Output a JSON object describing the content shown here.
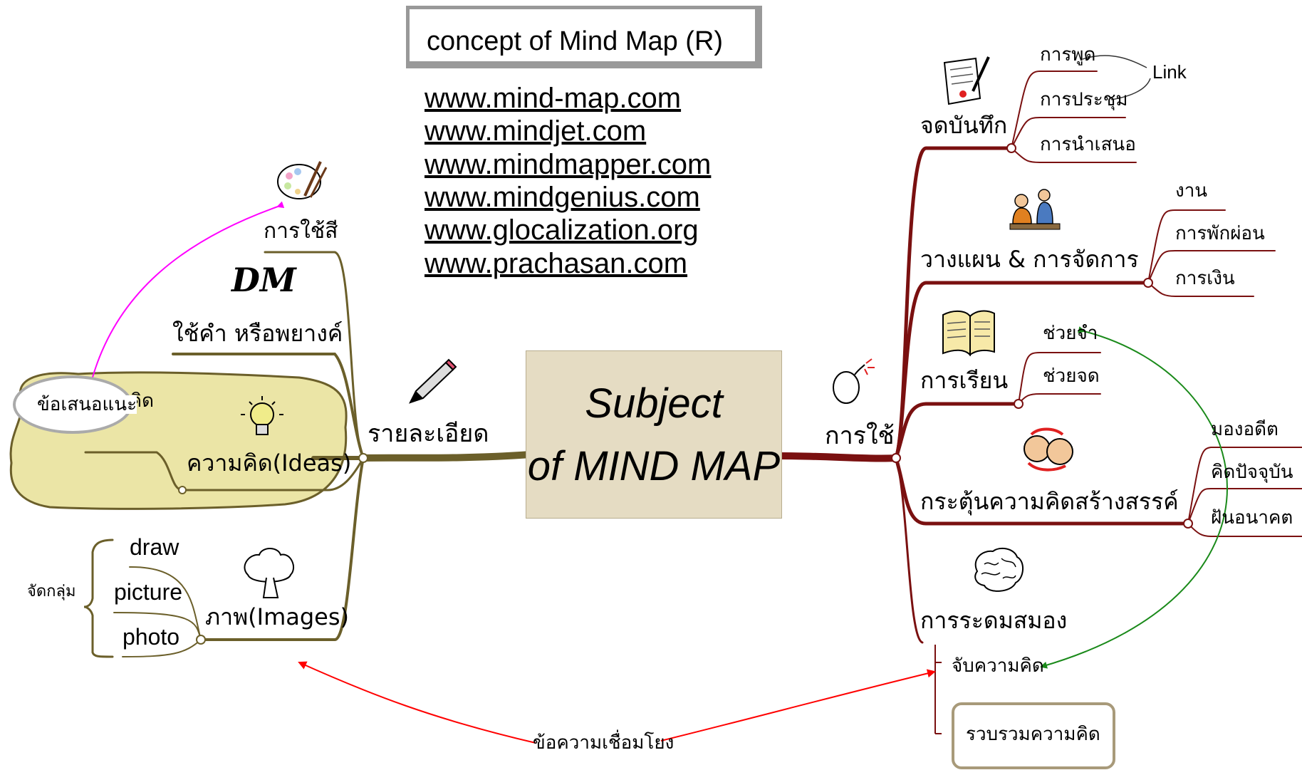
{
  "title_box": "concept of Mind Map (R)",
  "links": [
    "www.mind-map.com",
    "www.mindjet.com",
    "www.mindmapper.com",
    "www.mindgenius.com",
    "www.glocalization.org",
    "www.prachasan.com"
  ],
  "center": {
    "line1": "Subject",
    "line2": "of MIND MAP"
  },
  "left": {
    "root": "รายละเอียด",
    "color_label": "การใช้สี",
    "words_label": "ใช้คำ หรือพยางค์",
    "dm_text": "DM",
    "ideas_label": "ความคิด(Ideas)",
    "idea_small": "ความคิด",
    "suggestion": "ข้อเสนอแนะ",
    "images_label": "ภาพ(Images)",
    "draw": "draw",
    "picture": "picture",
    "photo": "photo",
    "group": "จัดกลุ่ม"
  },
  "right": {
    "root": "การใช้",
    "notes": "จดบันทึก",
    "speak": "การพูด",
    "meeting": "การประชุม",
    "present": "การนำเสนอ",
    "link": "Link",
    "plan": "วางแผน & การจัดการ",
    "work": "งาน",
    "rest": "การพักผ่อน",
    "money": "การเงิน",
    "learn": "การเรียน",
    "memo": "ช่วยจำ",
    "note": "ช่วยจด",
    "creative": "กระตุ้นความคิดสร้างสรรค์",
    "past": "มองอดีต",
    "present_time": "คิดปัจจุบัน",
    "future": "ฝันอนาคต",
    "brainstorm": "การระดมสมอง",
    "capture": "จับความคิด",
    "collect": "รวบรวมความคิด"
  },
  "connect_label": "ข้อความเชื่อมโยง",
  "colors": {
    "left_branch": "#6b5f2a",
    "right_branch": "#7a1010",
    "idea_fill": "#ebe5a6",
    "center_fill": "#e5dcc3",
    "magenta": "#ff00ff",
    "green": "#1a8a1a",
    "red": "#ff0000"
  }
}
